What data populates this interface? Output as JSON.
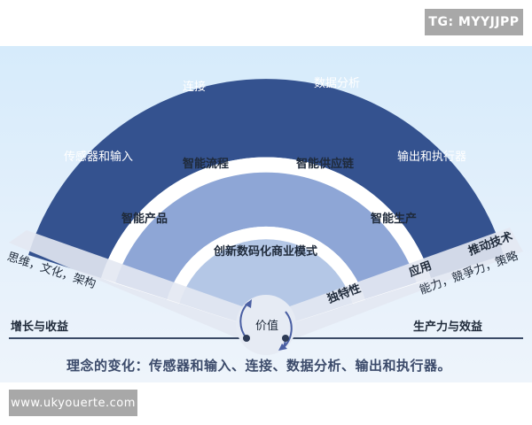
{
  "watermarks": {
    "top": "TG: MYYJJPP",
    "bottom": "www.ukyouerte.com"
  },
  "diagram": {
    "outer_ring": {
      "color": "#34528f",
      "labels": [
        "传感器和输入",
        "连接",
        "数据分析",
        "输出和执行器"
      ]
    },
    "middle_ring": {
      "color": "#8ea6d6",
      "labels": [
        "智能产品",
        "智能流程",
        "智能供应链",
        "智能生产"
      ]
    },
    "inner_core": {
      "color": "#b4c7e6",
      "label": "创新数码化商业模式"
    },
    "left_band": {
      "label": "思维，文化，架构"
    },
    "right_band": {
      "label": "能力，競爭力，策略"
    },
    "edge_labels": {
      "inner": "独特性",
      "middle": "应用",
      "outer": "推动技术"
    },
    "center": {
      "label": "价值"
    },
    "baseline_left": "增长与收益",
    "baseline_right": "生产力与效益"
  },
  "caption": "理念的变化：传感器和输入、连接、数据分析、输出和执行器。"
}
